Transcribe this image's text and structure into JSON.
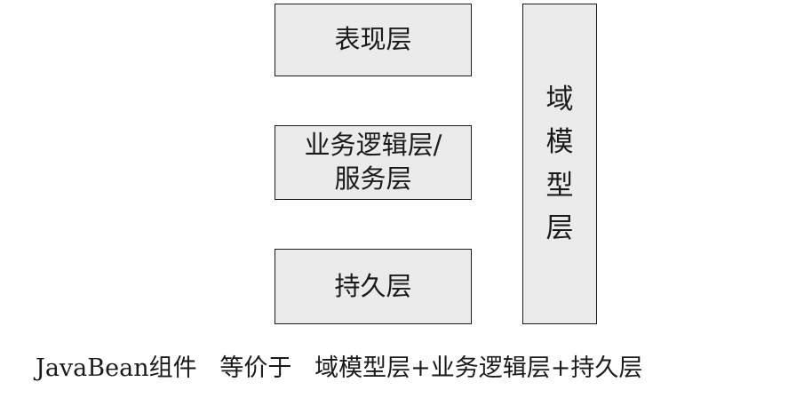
{
  "layers": {
    "presentation": "表现层",
    "business_line1": "业务逻辑层/",
    "business_line2": "服务层",
    "persistence": "持久层",
    "domain_chars": [
      "域",
      "模",
      "型",
      "层"
    ]
  },
  "caption": {
    "subject": "JavaBean组件",
    "relation": "等价于",
    "formula": "域模型层+业务逻辑层+持久层"
  }
}
